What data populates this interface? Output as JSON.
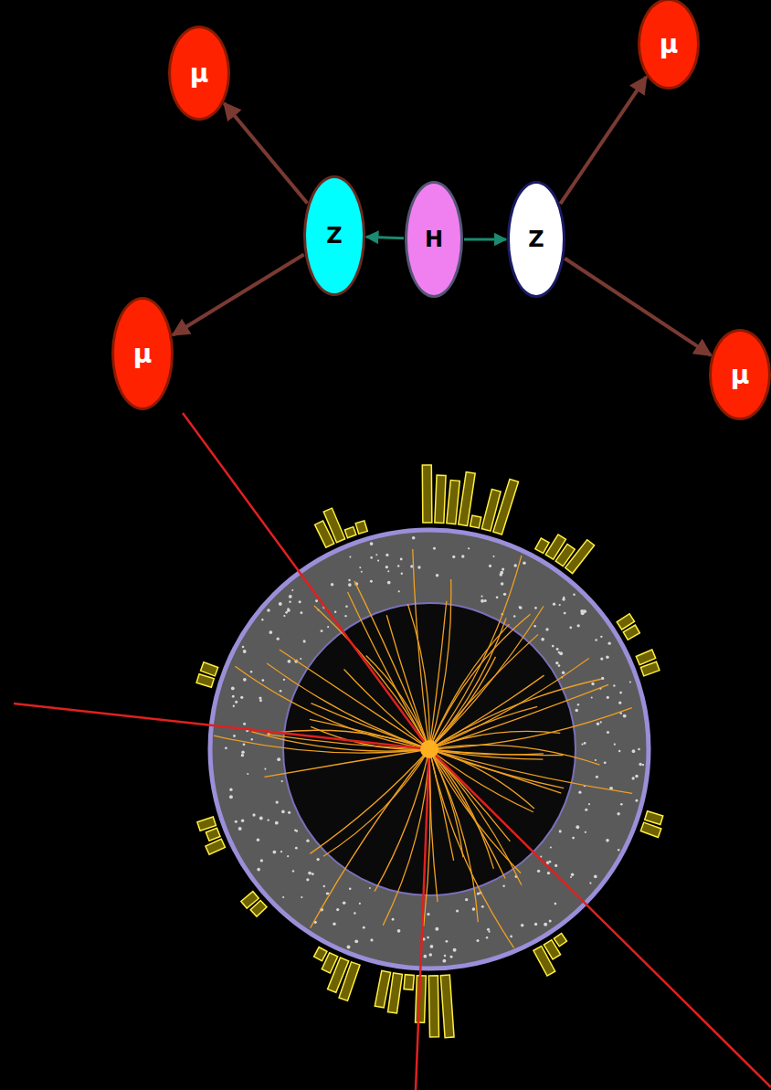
{
  "diagram": {
    "nodes": [
      {
        "text": [
          "μ"
        ]
      },
      {
        "text": [
          "μ"
        ]
      },
      {
        "text": [
          "Z"
        ]
      },
      {
        "text": [
          "H"
        ]
      },
      {
        "text": [
          "Z"
        ]
      },
      {
        "text": [
          "μ"
        ]
      },
      {
        "text": [
          "μ"
        ]
      }
    ],
    "edges": [
      {
        "from": 3,
        "to": 2,
        "arrow": "to"
      },
      {
        "from": 3,
        "to": 4,
        "arrow": "to"
      },
      {
        "from": 2,
        "to": 0,
        "arrow": "to"
      },
      {
        "from": 2,
        "to": 5,
        "arrow": "to"
      },
      {
        "from": 4,
        "to": 1,
        "arrow": "to"
      },
      {
        "from": 4,
        "to": 6,
        "arrow": "to"
      }
    ]
  }
}
